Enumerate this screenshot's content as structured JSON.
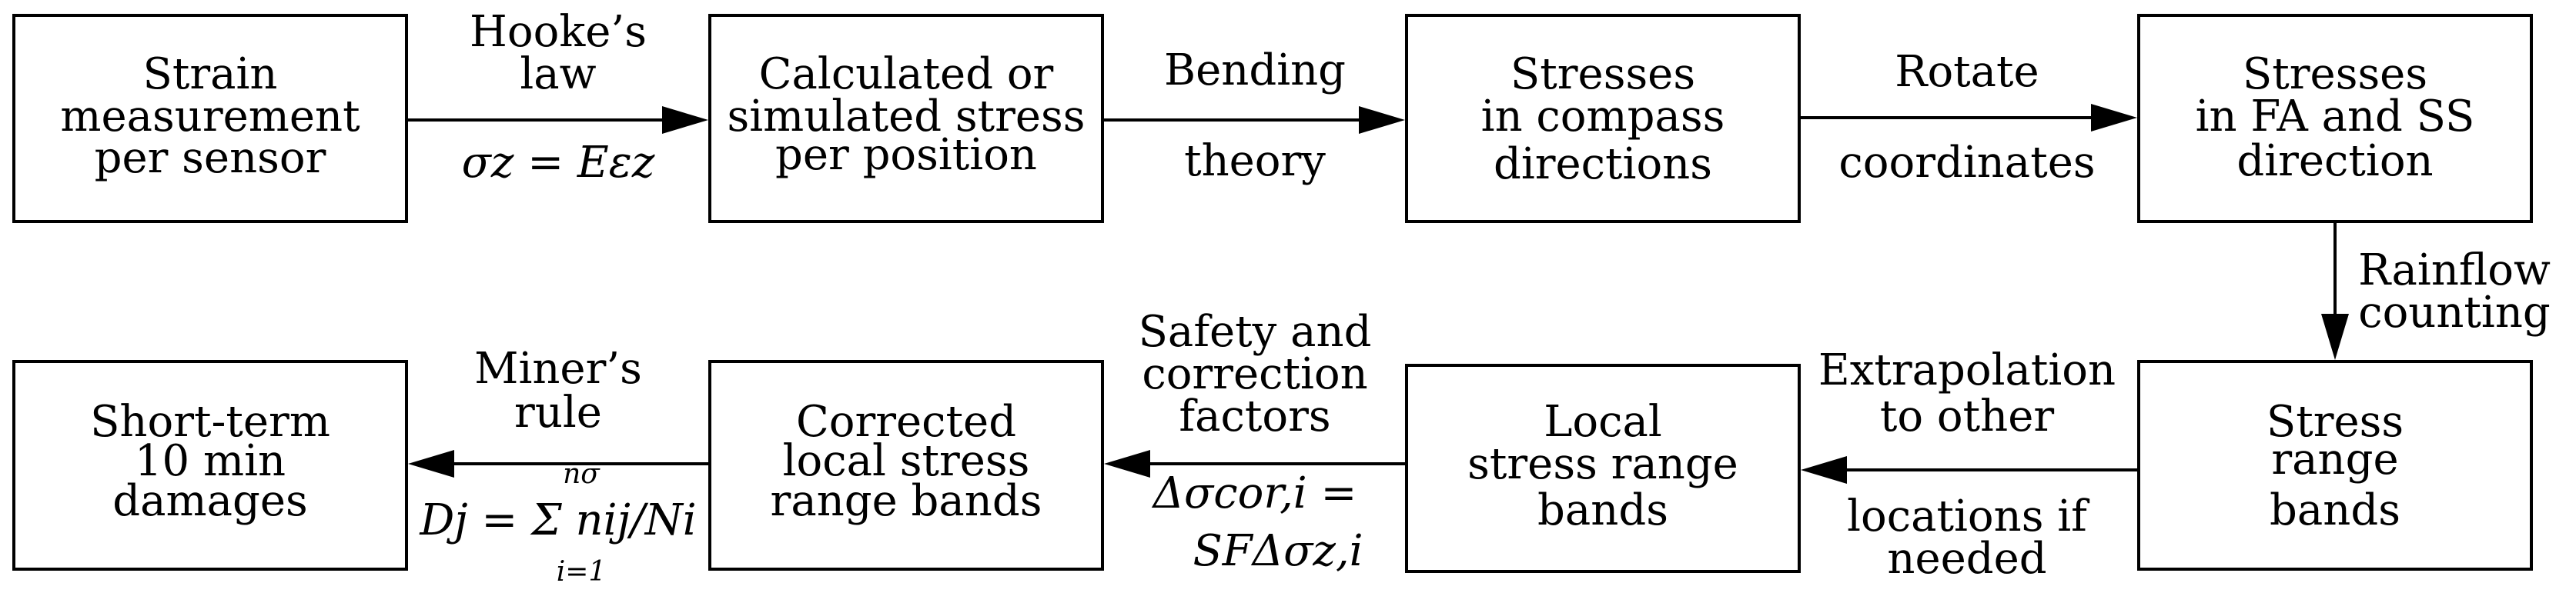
{
  "boxes": {
    "strain": [
      "Strain",
      "measurement",
      "per sensor"
    ],
    "calc": [
      "Calculated or",
      "simulated stress",
      "per position"
    ],
    "compass": [
      "Stresses",
      "in compass",
      "directions"
    ],
    "fass": [
      "Stresses",
      "in FA and SS",
      "direction"
    ],
    "srb": [
      "Stress",
      "range",
      "bands"
    ],
    "local": [
      "Local",
      "stress range",
      "bands"
    ],
    "corr": [
      "Corrected",
      "local stress",
      "range bands"
    ],
    "damage": [
      "Short-term",
      "10 min",
      "damages"
    ]
  },
  "edges": {
    "hooke": {
      "label": [
        "Hooke’s",
        "law"
      ],
      "formula": "σz = Eεz"
    },
    "bending": {
      "label": [
        "Bending",
        "theory"
      ]
    },
    "rotate": {
      "label": [
        "Rotate",
        "coordinates"
      ]
    },
    "rainflow": {
      "label": [
        "Rainflow",
        "counting"
      ]
    },
    "extrap": {
      "label": [
        "Extrapolation",
        "to other",
        "locations if",
        "needed"
      ]
    },
    "safety": {
      "label": [
        "Safety and",
        "correction",
        "factors"
      ],
      "formula": [
        "Δσcor,i =",
        "SFΔσz,i"
      ]
    },
    "miner": {
      "label": [
        "Miner’s",
        "rule"
      ],
      "formula": "Dj = Σ nij/Ni",
      "sum_top": "nσ",
      "sum_bottom": "i=1"
    }
  }
}
